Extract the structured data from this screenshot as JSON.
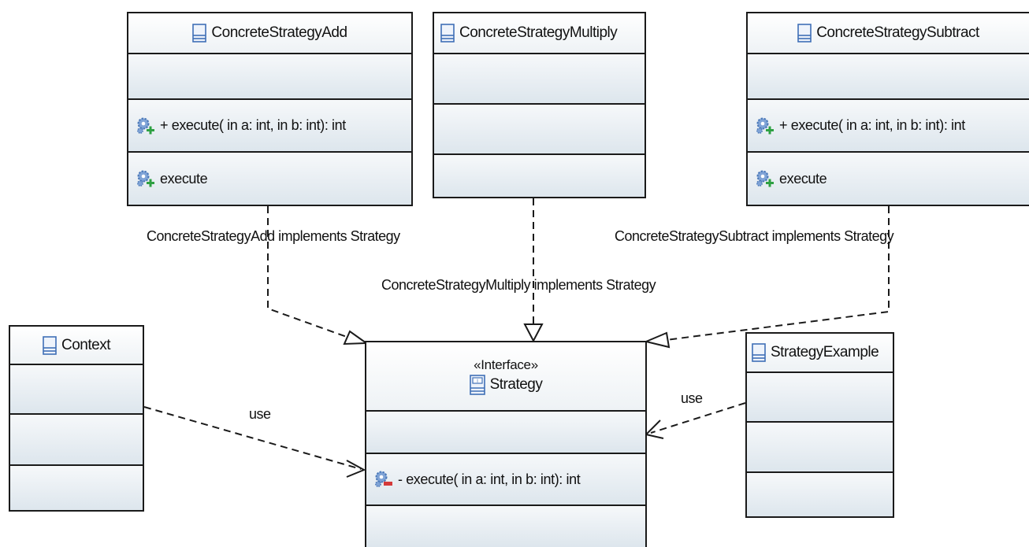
{
  "classes": {
    "add": {
      "name": "ConcreteStrategyAdd",
      "operation": "+ execute(  in a: int,   in b: int): int",
      "method": "execute"
    },
    "multiply": {
      "name": "ConcreteStrategyMultiply"
    },
    "subtract": {
      "name": "ConcreteStrategySubtract",
      "operation": "+ execute(  in a: int,   in b: int): int",
      "method": "execute"
    },
    "context": {
      "name": "Context"
    },
    "strategy": {
      "stereotype": "«Interface»",
      "name": "Strategy",
      "operation": "- execute(  in a: int,   in b: int): int"
    },
    "example": {
      "name": "StrategyExample"
    }
  },
  "relations": {
    "add_impl": "ConcreteStrategyAdd implements Strategy",
    "multiply_impl": "ConcreteStrategyMultiply implements Strategy",
    "subtract_impl": "ConcreteStrategySubtract implements Strategy",
    "context_use": "use",
    "example_use": "use"
  },
  "icons": {
    "class": "class-icon",
    "interface": "interface-icon",
    "public_op": "public-operation-icon",
    "private_op": "private-operation-icon"
  },
  "colors": {
    "line": "#1a1a1a",
    "class_icon": "#3f6fb6",
    "public_marker": "#2ea043",
    "private_marker": "#d43a3a",
    "gear": "#4a78b8"
  }
}
